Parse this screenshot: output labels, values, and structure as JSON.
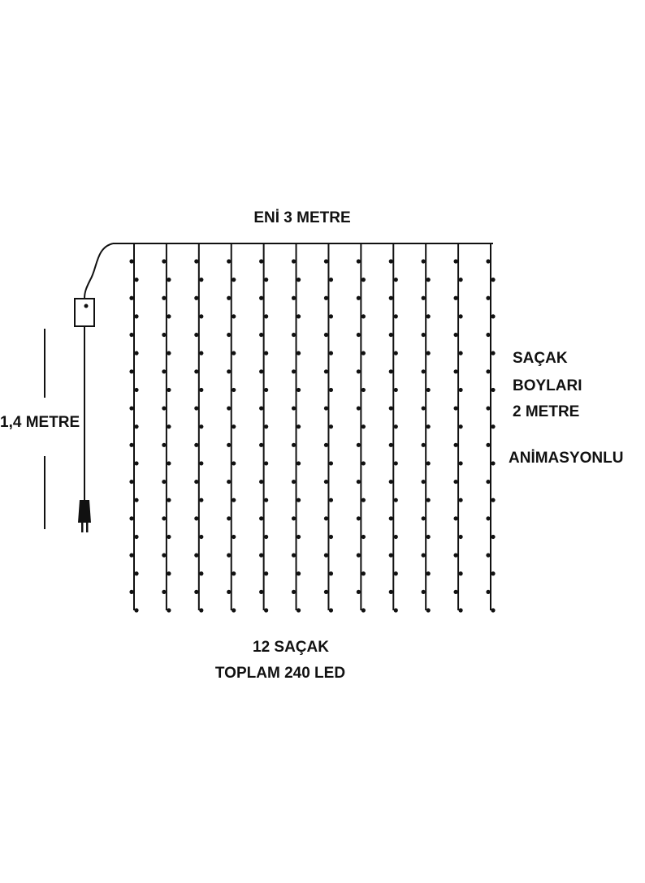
{
  "labels": {
    "width": "ENİ 3 METRE",
    "length_line1": "SAÇAK",
    "length_line2": "BOYLARI",
    "length_line3": "2 METRE",
    "animation": "ANİMASYONLU",
    "cable": "1,4 METRE",
    "strands": "12 SAÇAK",
    "total": "TOPLAM 240 LED"
  },
  "curtain": {
    "strand_count": 12,
    "leds_per_strand": 20
  },
  "colors": {
    "line": "#111111",
    "background": "#ffffff"
  }
}
